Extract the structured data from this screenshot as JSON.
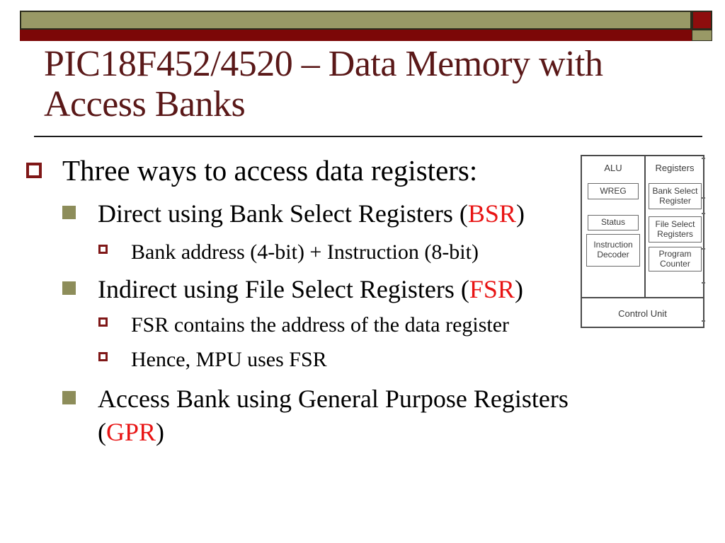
{
  "slide": {
    "title": {
      "line1": "PIC18F452/4520 – Data Memory with",
      "line2": "Access Banks"
    },
    "bullets": {
      "b1": {
        "text": "Three ways to access data registers:"
      },
      "b2": {
        "pre": "Direct using Bank Select Registers (",
        "accent": "BSR",
        "post": ")"
      },
      "b3": {
        "text": "Bank address (4-bit) + Instruction (8-bit)"
      },
      "b4": {
        "pre": "Indirect using File Select Registers (",
        "accent": "FSR",
        "post": ")"
      },
      "b5": {
        "text": "FSR contains the address of the data register"
      },
      "b6": {
        "text": "Hence, MPU uses FSR"
      },
      "b7": {
        "pre": "Access Bank using General Purpose Registers (",
        "accent": "GPR",
        "post": ")"
      }
    },
    "colors": {
      "title_maroon": "#5a1818",
      "accent_red": "#e81414",
      "olive_bar": "#999966",
      "dark_red_bar": "#7c0707",
      "bullet_fill_olive": "#8d8d5a",
      "bullet_border_maroon": "#7f1717"
    }
  },
  "diagram": {
    "columns": {
      "alu": {
        "header": "ALU",
        "boxes": [
          "WREG",
          "Status",
          "Instruction Decoder"
        ]
      },
      "registers": {
        "header": "Registers",
        "boxes": [
          "Bank Select Register",
          "File Select Registers",
          "Program Counter"
        ]
      }
    },
    "footer": "Control Unit"
  }
}
